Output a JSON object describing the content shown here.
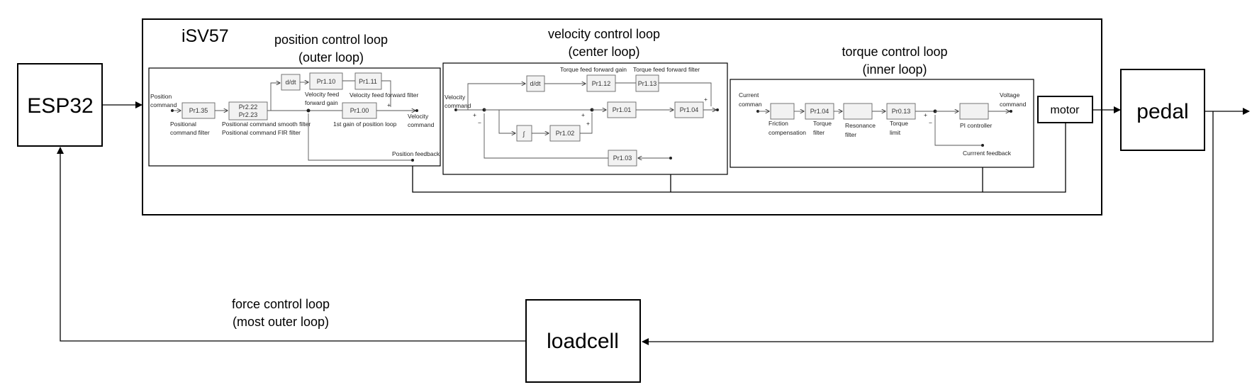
{
  "title": "iSV57",
  "esp32": "ESP32",
  "pedal": "pedal",
  "motor": "motor",
  "loadcell": "loadcell",
  "loops": {
    "position": [
      "position control loop",
      "(outer loop)"
    ],
    "velocity": [
      "velocity control loop",
      "(center loop)"
    ],
    "torque": [
      "torque control loop",
      "(inner loop)"
    ],
    "force": [
      "force control loop",
      "(most outer loop)"
    ]
  },
  "pos": {
    "position_command": [
      "Position",
      "command"
    ],
    "pr135": "Pr1.35",
    "pr222": "Pr2.22",
    "pr223": "Pr2.23",
    "positional_command_filter": [
      "Positional",
      "command filter"
    ],
    "smooth_filter": "Positional command smooth filter",
    "fir_filter": "Positional command FIR filter",
    "ddt": "d/dt",
    "pr110": "Pr1.10",
    "pr111": "Pr1.11",
    "velocity_feed_forward_gain": [
      "Velocity feed",
      "forward gain"
    ],
    "velocity_feed_forward_filter": "Velocity feed forward filter",
    "pr100": "Pr1.00",
    "first_gain": "1st gain of position loop",
    "velocity_command": [
      "Velocity",
      "command"
    ],
    "position_feedback": "Position feedback",
    "plus": "+"
  },
  "vel": {
    "velocity_command": [
      "Velocity",
      "command"
    ],
    "ddt": "d/dt",
    "pr112": "Pr1.12",
    "pr113": "Pr1.13",
    "torque_ff_gain": "Torque feed forward gain",
    "torque_ff_filter": "Torque feed forward filter",
    "pr101": "Pr1.01",
    "pr104": "Pr1.04",
    "integral": "∫",
    "pr102": "Pr1.02",
    "pr103": "Pr1.03",
    "plus": "+",
    "minus": "−"
  },
  "tor": {
    "current_command": [
      "Current",
      "comman"
    ],
    "friction_compensation": [
      "Friction",
      "compensation"
    ],
    "pr104": "Pr1.04",
    "torque_filter": [
      "Torque",
      "filter"
    ],
    "resonance_filter": [
      "Resonance",
      "filter"
    ],
    "pr013": "Pr0.13",
    "torque_limit": [
      "Torque",
      "limit"
    ],
    "pi_controller": "PI controller",
    "voltage_command": [
      "Voltage",
      "command"
    ],
    "current_feedback": "Currrent feedback",
    "plus": "+",
    "minus": "−"
  }
}
